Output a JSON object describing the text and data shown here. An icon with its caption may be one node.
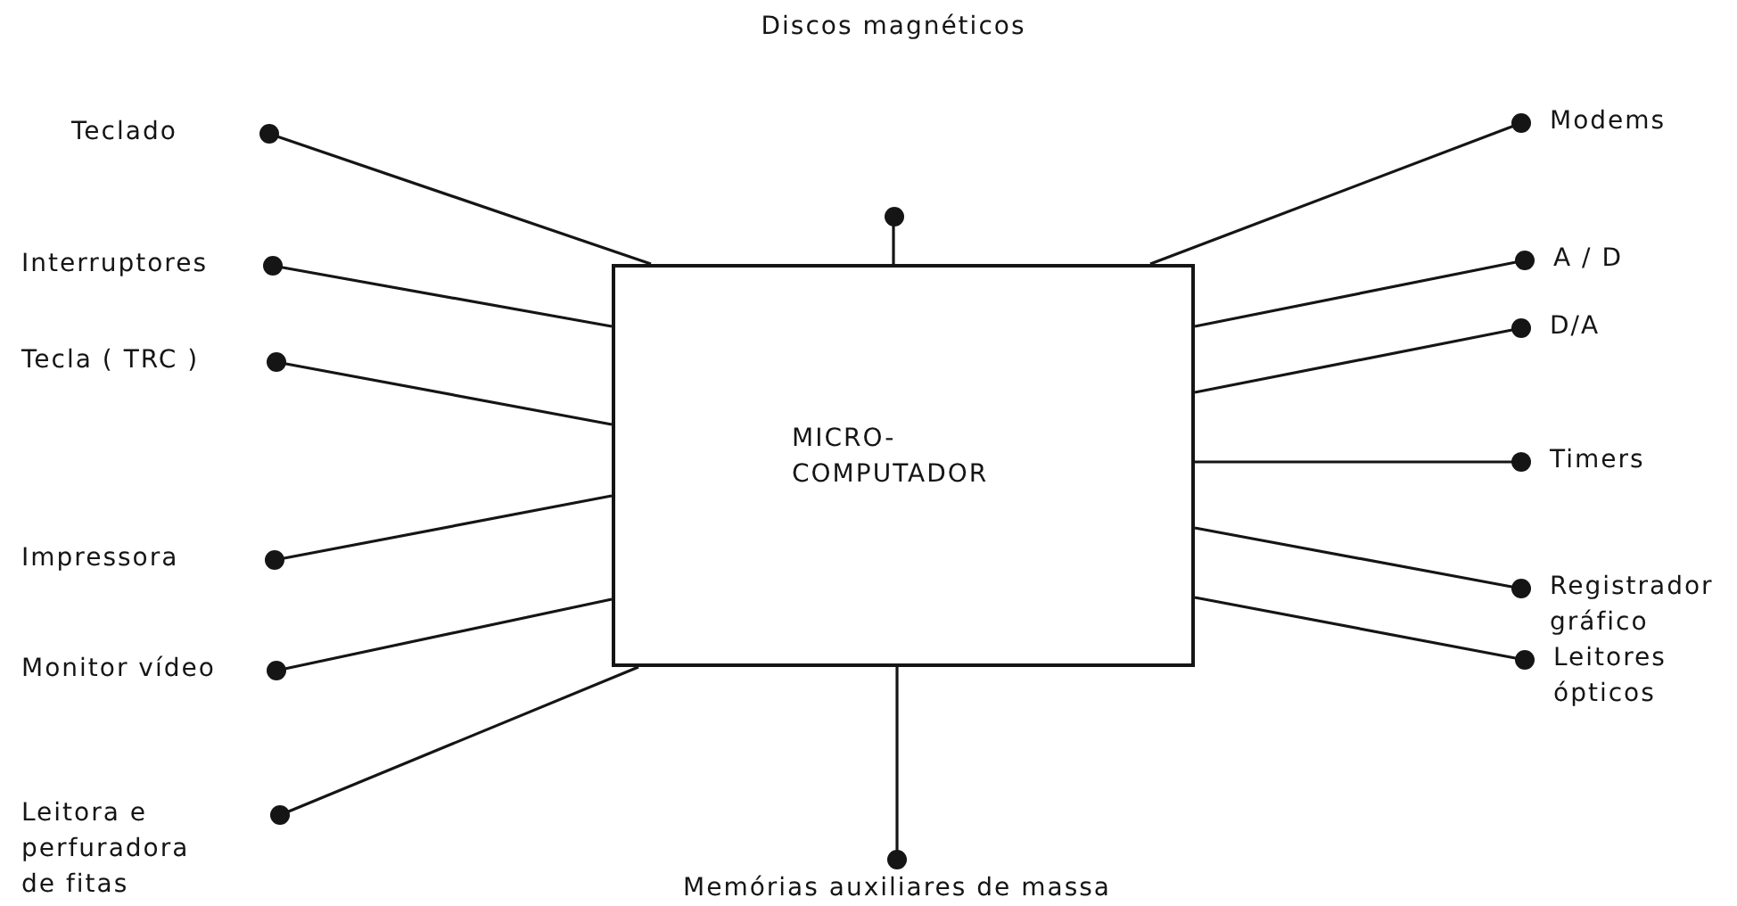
{
  "diagram": {
    "nodes": [
      {
        "text": [],
        "shape": "circle"
      },
      {
        "text": [
          "Teclado"
        ]
      },
      {
        "text": [
          "Modems"
        ]
      },
      {
        "text": [
          "Interruptores"
        ]
      },
      {
        "text": [
          "A / D"
        ]
      },
      {
        "text": [
          "Tecla ( TRC )"
        ]
      },
      {
        "text": [
          "D/A"
        ]
      },
      {
        "text": [
          "MICRO- COMPUTADOR"
        ]
      },
      {
        "text": [
          "Timers"
        ]
      },
      {
        "text": [
          "Impressora"
        ]
      },
      {
        "text": [
          "Registrador gráfico"
        ]
      },
      {
        "text": [
          "Monitor vídeo"
        ]
      },
      {
        "text": [
          "Leitores ópticos"
        ]
      },
      {
        "text": [
          "Leitora e perfuradora de fitas"
        ]
      },
      {
        "text": [
          "Memórias auxiliares de massa"
        ]
      }
    ],
    "edges": [
      {
        "from": 7,
        "to": 0,
        "arrow": "none"
      },
      {
        "from": 7,
        "to": 1,
        "arrow": "other"
      },
      {
        "from": 7,
        "to": 2,
        "arrow": "other"
      },
      {
        "from": 7,
        "to": 3,
        "arrow": "other"
      },
      {
        "from": 7,
        "to": 4,
        "arrow": "other"
      },
      {
        "from": 7,
        "to": 5,
        "arrow": "other"
      },
      {
        "from": 7,
        "to": 6,
        "arrow": "other"
      },
      {
        "from": 7,
        "to": 8,
        "arrow": "other"
      },
      {
        "from": 7,
        "to": 9,
        "arrow": "other"
      },
      {
        "from": 7,
        "to": 10,
        "arrow": "other"
      },
      {
        "from": 7,
        "to": 11,
        "arrow": "other"
      },
      {
        "from": 7,
        "to": 12,
        "arrow": "other"
      },
      {
        "from": 7,
        "to": 13,
        "arrow": "other"
      },
      {
        "from": 7,
        "to": 14,
        "arrow": "other"
      }
    ],
    "labels": [
      "Discos magnéticos"
    ]
  }
}
